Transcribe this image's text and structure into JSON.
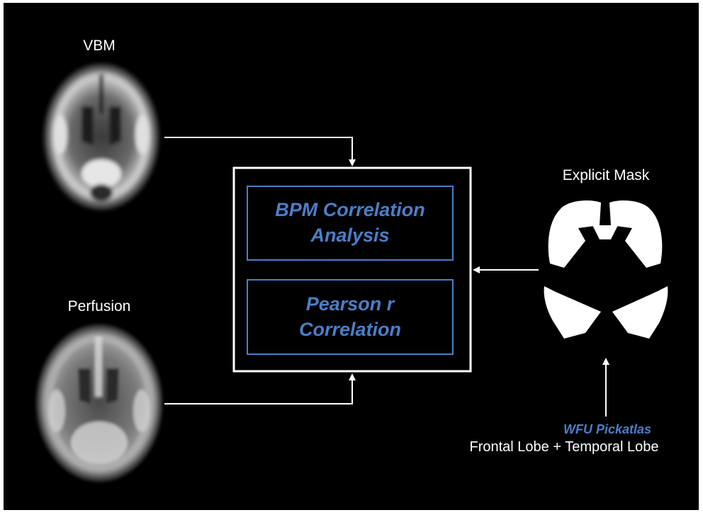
{
  "inputs": {
    "vbm_label": "VBM",
    "perfusion_label": "Perfusion"
  },
  "analysis": {
    "box1_line1": "BPM Correlation",
    "box1_line2": "Analysis",
    "box2_line1": "Pearson r",
    "box2_line2": "Correlation"
  },
  "mask": {
    "title": "Explicit Mask",
    "source": "WFU Pickatlas",
    "regions": "Frontal Lobe + Temporal Lobe"
  },
  "colors": {
    "background": "#000000",
    "accent_blue": "#4a7fc8",
    "line": "#ffffff"
  }
}
